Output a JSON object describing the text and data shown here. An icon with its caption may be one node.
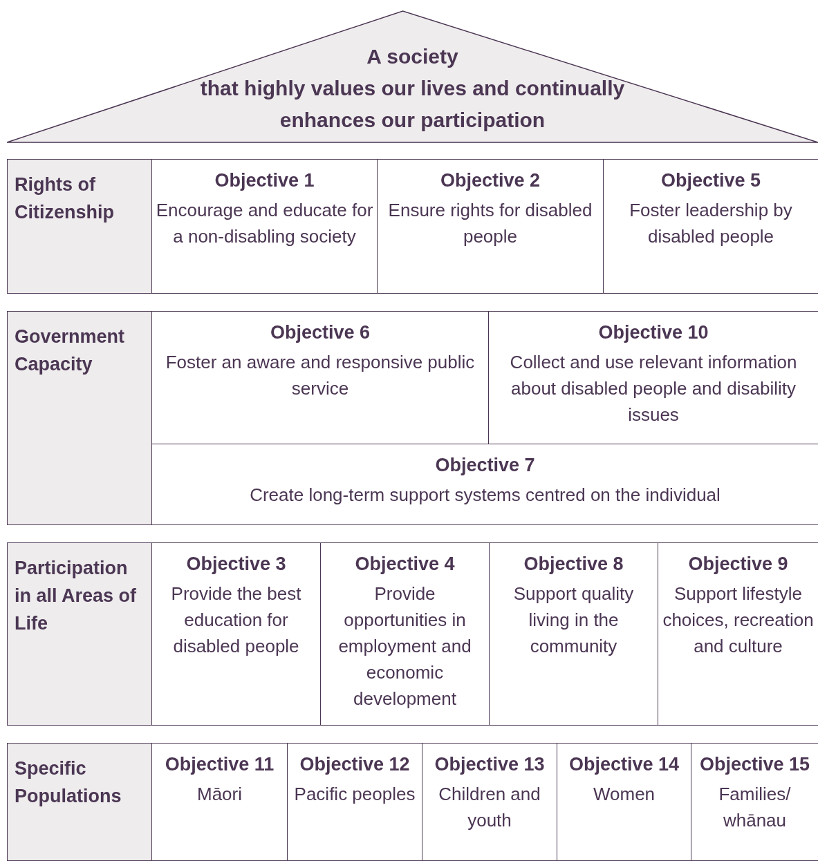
{
  "diagram": {
    "nodes": [
      {
        "text": [
          "A society",
          "that highly values our lives and continually enhances our participation"
        ]
      },
      {
        "text": [
          "Rights of Citizenship"
        ]
      },
      {
        "text": [
          "Objective 1",
          "Encourage and educate for a non-disabling society"
        ]
      },
      {
        "text": [
          "Objective 2",
          "Ensure rights for disabled people"
        ]
      },
      {
        "text": [
          "Objective 5",
          "Foster leadership by disabled people"
        ]
      },
      {
        "text": [
          "Government Capacity"
        ]
      },
      {
        "text": [
          "Objective 6",
          "Foster an aware and responsive public service"
        ]
      },
      {
        "text": [
          "Objective 10",
          "Collect and use relevant information about disabled people and disability issues"
        ]
      },
      {
        "text": [
          "Objective 7",
          "Create long-term support systems centred on the individual"
        ]
      },
      {
        "text": [
          "Participation in all Areas of Life"
        ]
      },
      {
        "text": [
          "Objective 3",
          "Provide the best education for disabled people"
        ]
      },
      {
        "text": [
          "Objective 4",
          "Provide opportunities in employment and economic development"
        ]
      },
      {
        "text": [
          "Objective 8",
          "Support quality living in the community"
        ]
      },
      {
        "text": [
          "Objective 9",
          "Support lifestyle choices, recreation and culture"
        ]
      },
      {
        "text": [
          "Specific Populations"
        ]
      },
      {
        "text": [
          "Objective 11",
          "Māori"
        ]
      },
      {
        "text": [
          "Objective 12",
          "Pacific peoples"
        ]
      },
      {
        "text": [
          "Objective 13",
          "Children and youth"
        ]
      },
      {
        "text": [
          "Objective 14",
          "Women"
        ]
      },
      {
        "text": [
          "Objective 15",
          "Families/ whānau"
        ]
      }
    ],
    "edges": []
  }
}
